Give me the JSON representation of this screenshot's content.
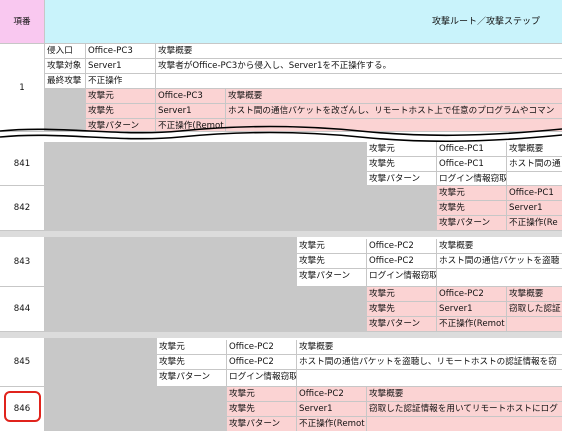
{
  "header": {
    "col_label": "項番",
    "title": "攻撃ルート／攻撃ステップ"
  },
  "labels": {
    "entry": "侵入口",
    "target": "攻撃対象",
    "final": "最終攻撃",
    "src": "攻撃元",
    "dst": "攻撃先",
    "pattern": "攻撃パターン",
    "summary": "攻撃概要"
  },
  "route1": {
    "entry_value": "Office-PC3",
    "target_value": "Server1",
    "target_summary": "攻撃者がOffice-PC3から侵入し、Server1を不正操作する。",
    "final_value": "不正操作",
    "number": "1",
    "step": {
      "src": "Office-PC3",
      "dst": "Server1",
      "pattern": "不正操作(Remot",
      "summary": "ホスト間の通信パケットを改ざんし、リモートホスト上で任意のプログラムやコマン"
    }
  },
  "rows": [
    {
      "number": "841",
      "src": "Office-PC1",
      "dst": "Office-PC1",
      "pattern": "ログイン情報窃取",
      "next_label": "攻撃概要",
      "next_summary": "ホスト間の通"
    },
    {
      "number": "842",
      "src": "Office-PC1",
      "dst": "Server1",
      "pattern": "不正操作(Re"
    },
    {
      "number": "843",
      "src": "Office-PC2",
      "dst": "Office-PC2",
      "pattern": "ログイン情報窃取",
      "summary": "ホスト間の通信パケットを盗聴"
    },
    {
      "number": "844",
      "src": "Office-PC2",
      "dst": "Server1",
      "pattern": "不正操作(Remot",
      "summary": "窃取した認証"
    },
    {
      "number": "845",
      "src": "Office-PC2",
      "dst": "Office-PC2",
      "pattern": "ログイン情報窃取",
      "summary": "ホスト間の通信パケットを盗聴し、リモートホストの認証情報を窃"
    },
    {
      "number": "846",
      "src": "Office-PC2",
      "dst": "Server1",
      "pattern": "不正操作(Remot",
      "summary": "窃取した認証情報を用いてリモートホストにログ"
    }
  ],
  "colors": {
    "header_pink": "#f9c8f0",
    "header_cyan": "#c9f3fb",
    "step_pink": "#fbd3d3",
    "gray": "#c8c8c8",
    "highlight_red": "#e0231c"
  }
}
